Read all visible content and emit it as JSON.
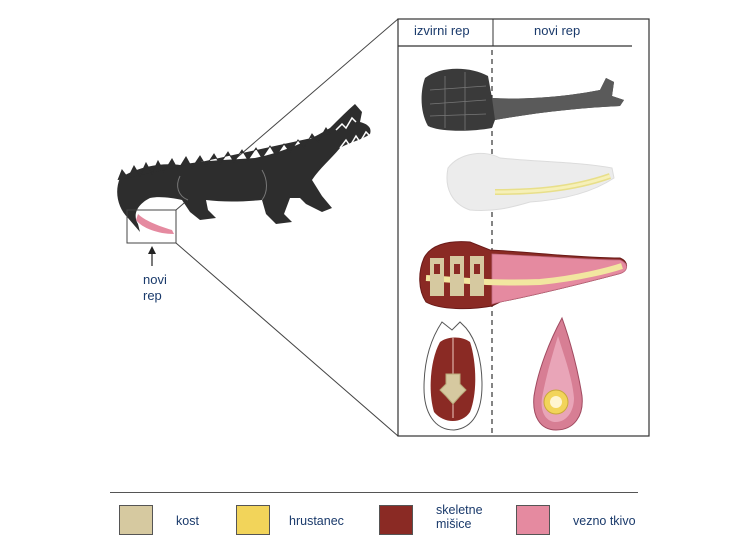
{
  "header": {
    "left": "izvirni rep",
    "right": "novi rep"
  },
  "callout": {
    "line1": "novi",
    "line2": "rep"
  },
  "legend": [
    {
      "label": "kost",
      "color": "#d6c9a0"
    },
    {
      "label": "hrustanec",
      "color": "#f2d45a"
    },
    {
      "label_line1": "skeletne",
      "label_line2": "mišice",
      "color": "#8a2a24"
    },
    {
      "label": "vezno tkivo",
      "color": "#e58aa0"
    }
  ]
}
